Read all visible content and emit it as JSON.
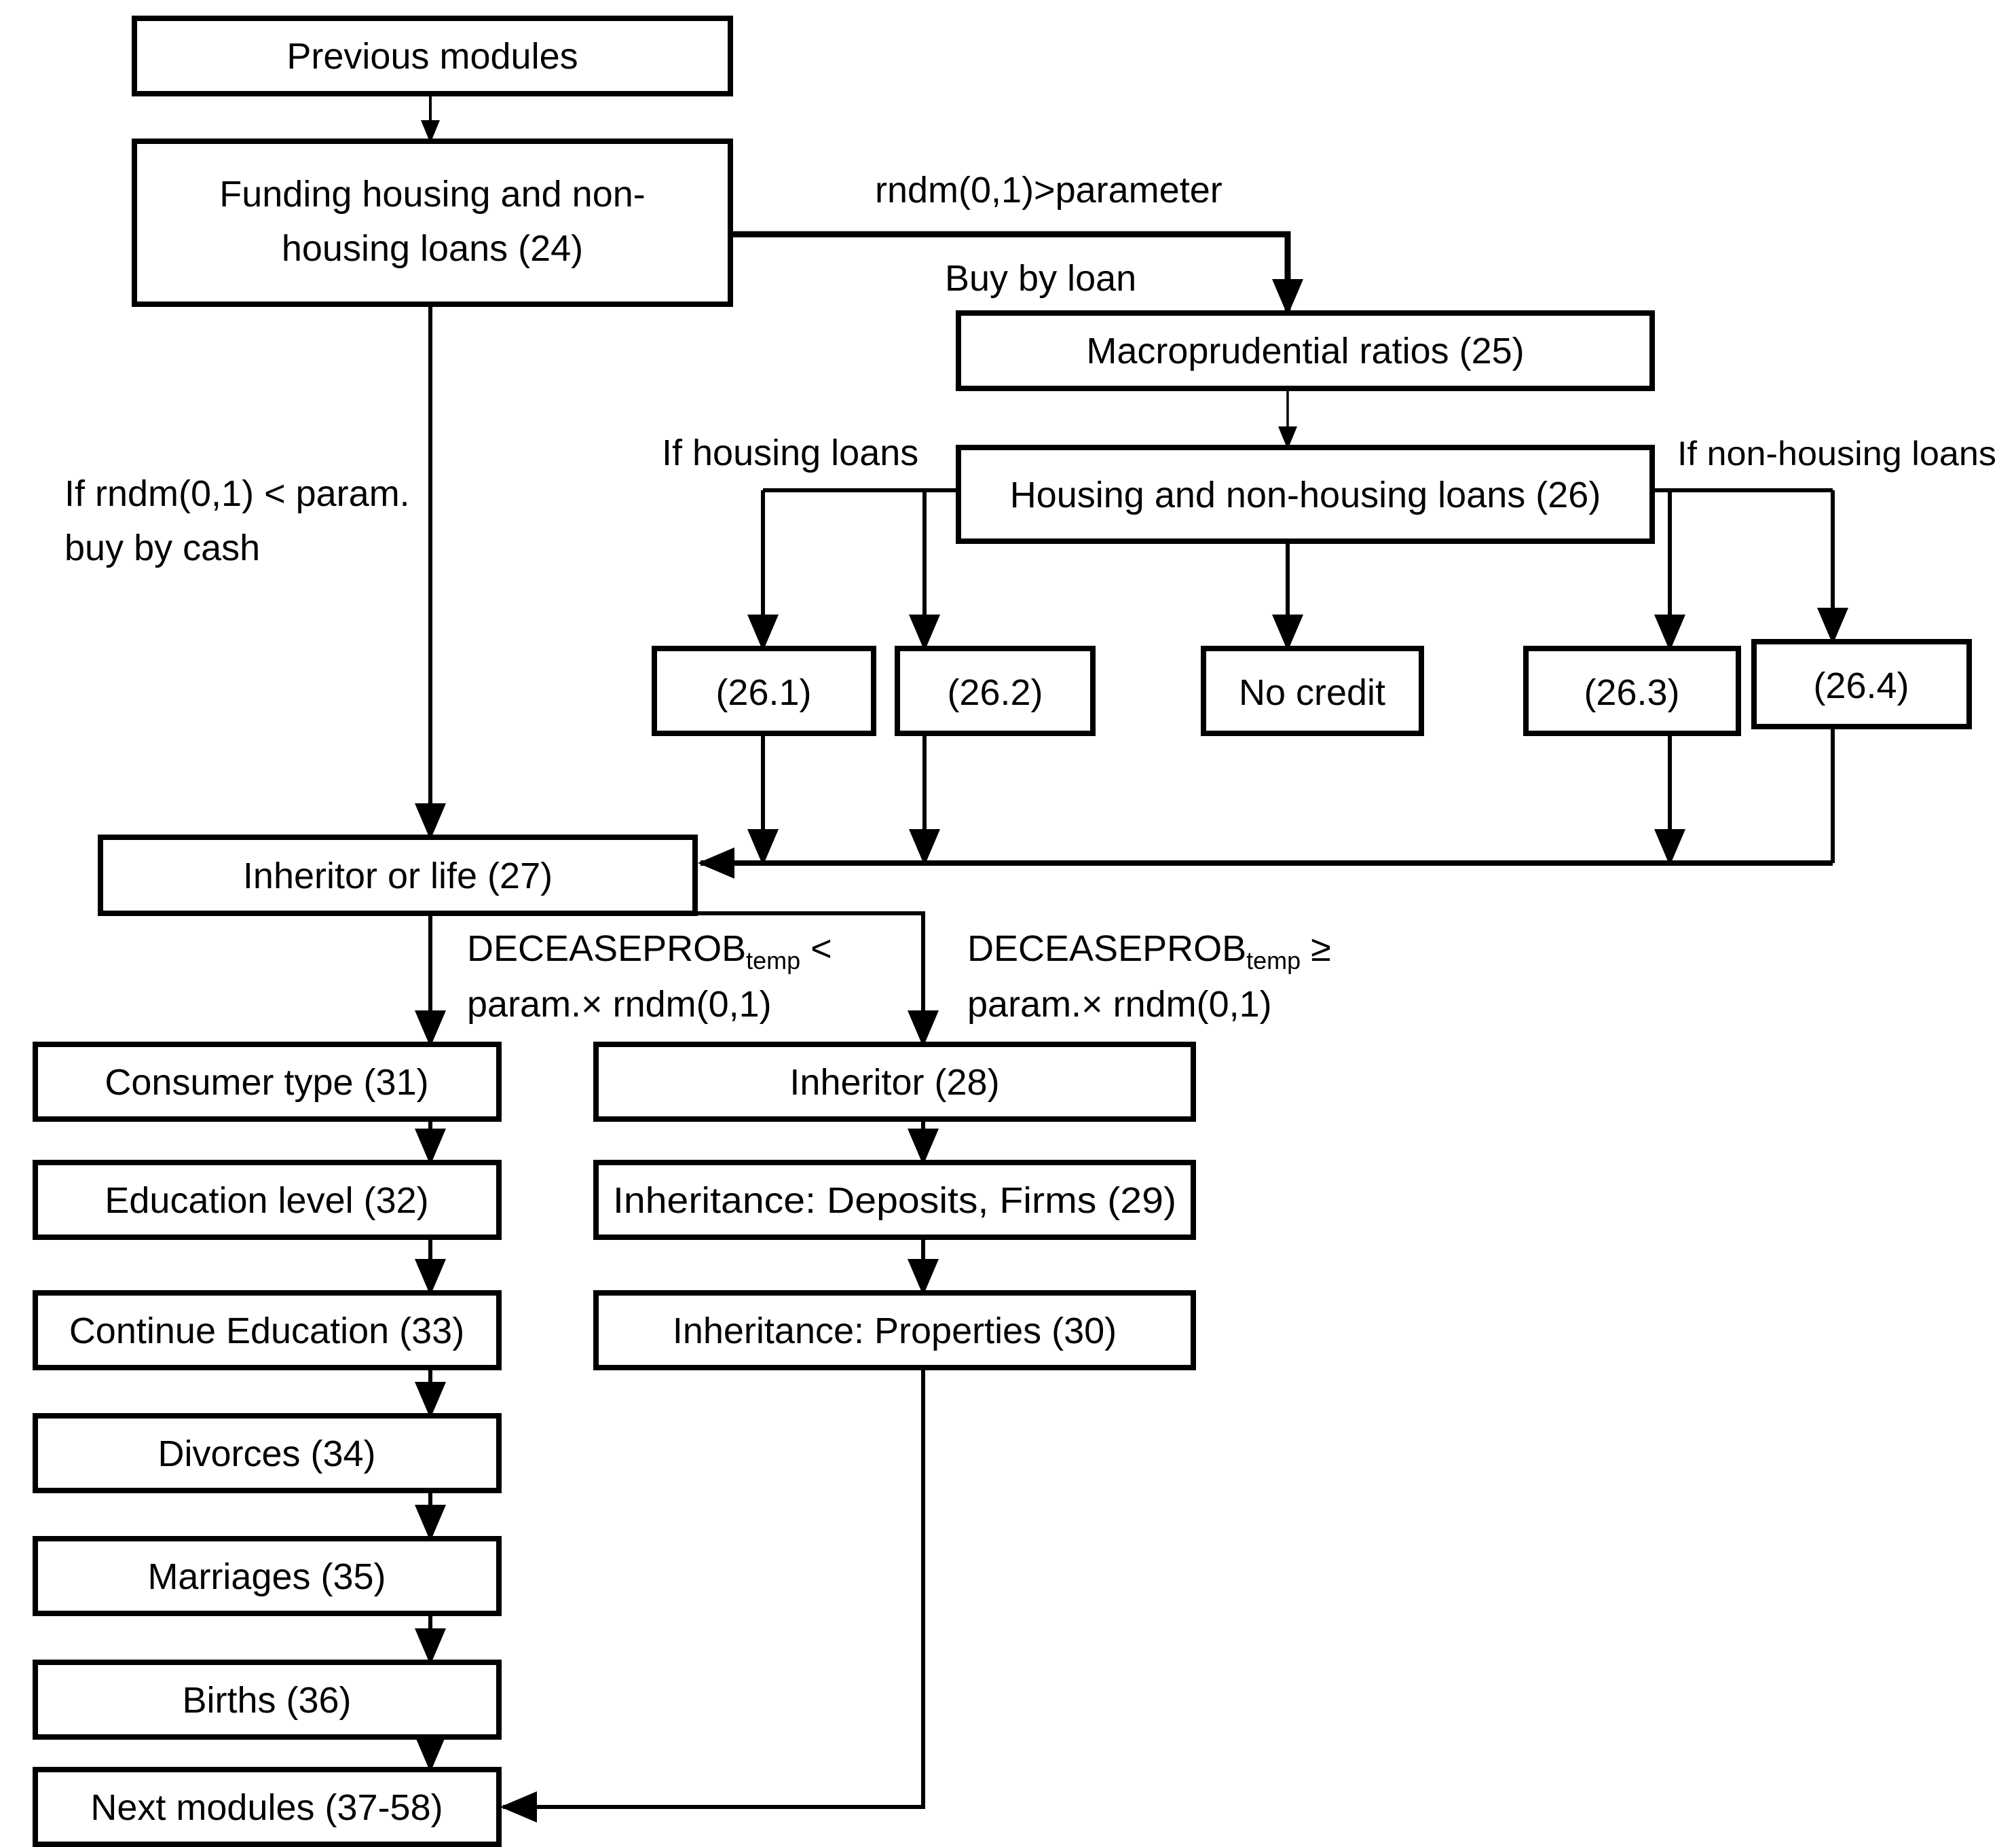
{
  "diagram": {
    "nodes": {
      "previous": {
        "label": "Previous modules"
      },
      "funding": {
        "line1": "Funding housing and non-",
        "line2": "housing loans (24)"
      },
      "macro": {
        "label": "Macroprudential ratios (25)"
      },
      "loans26": {
        "label": "Housing and non-housing loans (26)"
      },
      "b261": {
        "label": "(26.1)"
      },
      "b262": {
        "label": "(26.2)"
      },
      "nocredit": {
        "label": "No credit"
      },
      "b263": {
        "label": "(26.3)"
      },
      "b264": {
        "label": "(26.4)"
      },
      "inheritor_or_life": {
        "label": "Inheritor or life (27)"
      },
      "consumer_type": {
        "label": "Consumer type (31)"
      },
      "education_level": {
        "label": "Education level (32)"
      },
      "continue_education": {
        "label": "Continue Education (33)"
      },
      "divorces": {
        "label": "Divorces (34)"
      },
      "marriages": {
        "label": "Marriages (35)"
      },
      "births": {
        "label": "Births (36)"
      },
      "next_modules": {
        "label": "Next modules (37-58)"
      },
      "inheritor": {
        "label": "Inheritor (28)"
      },
      "inheritance_deposits": {
        "label": "Inheritance: Deposits, Firms (29)"
      },
      "inheritance_properties": {
        "label": "Inheritance: Properties (30)"
      }
    },
    "edge_labels": {
      "rndm_gt_param": "rndm(0,1)>parameter",
      "buy_by_loan": "Buy by loan",
      "if_housing": "If housing loans",
      "if_non_housing": "If non-housing loans",
      "buy_cash_line1": "If rndm(0,1) < param.",
      "buy_cash_line2": "buy by cash",
      "decease_lt_main": "DECEASEPROB",
      "decease_lt_sub": "temp",
      "decease_lt_op": " <",
      "decease_lt_line2": "param.× rndm(0,1)",
      "decease_ge_main": "DECEASEPROB",
      "decease_ge_sub": "temp",
      "decease_ge_op": " ≥",
      "decease_ge_line2": "param.× rndm(0,1)"
    },
    "colors": {
      "line": "#000000",
      "box_fill": "#ffffff",
      "background": "#ffffff"
    }
  }
}
